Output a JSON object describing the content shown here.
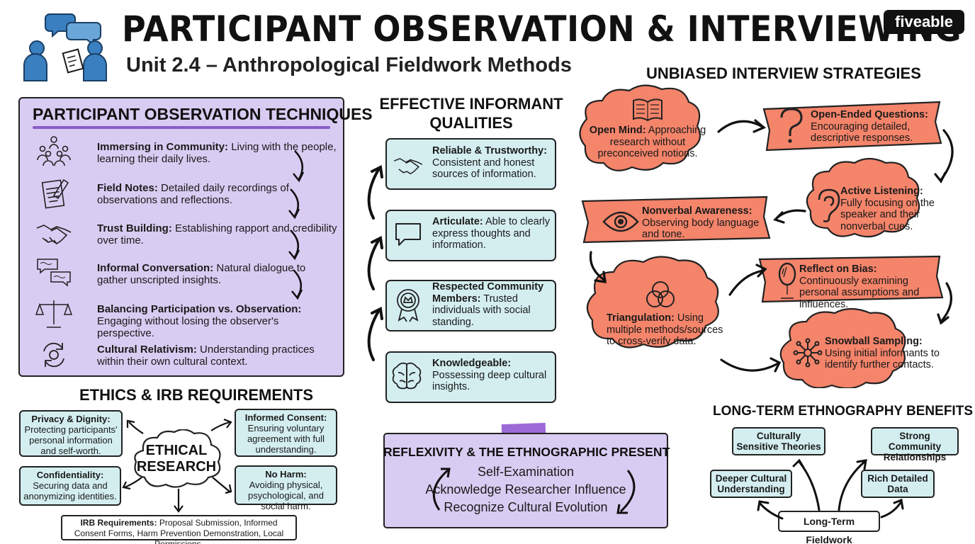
{
  "header": {
    "title": "PARTICIPANT OBSERVATION & INTERVIEWING",
    "subtitle": "Unit 2.4 – Anthropological Fieldwork Methods",
    "logo": "fiveable"
  },
  "participant_observation": {
    "title": "PARTICIPANT OBSERVATION TECHNIQUES",
    "items": [
      {
        "icon": "community-icon",
        "term": "Immersing in Community:",
        "desc": "Living with the people, learning their daily lives."
      },
      {
        "icon": "notepad-icon",
        "term": "Field Notes:",
        "desc": "Detailed daily recordings of observations and reflections."
      },
      {
        "icon": "handshake-icon",
        "term": "Trust Building:",
        "desc": "Establishing rapport and credibility over time."
      },
      {
        "icon": "speech-bubbles-icon",
        "term": "Informal Conversation:",
        "desc": "Natural dialogue to gather unscripted insights."
      },
      {
        "icon": "balance-scale-icon",
        "term": "Balancing Participation vs. Observation:",
        "desc": "Engaging without losing the observer's perspective."
      },
      {
        "icon": "cycle-arrows-icon",
        "term": "Cultural Relativism:",
        "desc": "Understanding practices within their own cultural context."
      }
    ]
  },
  "ethics": {
    "title": "ETHICS & IRB REQUIREMENTS",
    "center": [
      "ETHICAL",
      "RESEARCH"
    ],
    "privacy": {
      "term": "Privacy & Dignity:",
      "desc": "Protecting participants' personal information and self-worth."
    },
    "consent": {
      "term": "Informed Consent:",
      "desc": "Ensuring voluntary agreement with full understanding."
    },
    "confidentiality": {
      "term": "Confidentiality:",
      "desc": "Securing data and anonymizing identities."
    },
    "noharm": {
      "term": "No Harm:",
      "desc": "Avoiding physical, psychological, and social harm."
    },
    "irb": {
      "term": "IRB Requirements:",
      "desc": "Proposal Submission, Informed Consent Forms, Harm Prevention Demonstration, Local Permissions."
    }
  },
  "informant": {
    "title_line1": "EFFECTIVE INFORMANT",
    "title_line2": "QUALITIES",
    "items": [
      {
        "icon": "handshake-icon",
        "term": "Reliable & Trustworthy:",
        "desc": "Consistent and honest sources of information."
      },
      {
        "icon": "speech-bubble-icon",
        "term": "Articulate:",
        "desc": "Able to clearly express thoughts and information."
      },
      {
        "icon": "badge-icon",
        "term": "Respected Community Members:",
        "desc": "Trusted individuals with social standing."
      },
      {
        "icon": "brain-icon",
        "term": "Knowledgeable:",
        "desc": "Possessing deep cultural insights."
      }
    ]
  },
  "reflexivity": {
    "title": "REFLEXIVITY & THE ETHNOGRAPHIC PRESENT",
    "lines": [
      "Self-Examination",
      "Acknowledge Researcher Influence",
      "Recognize Cultural Evolution"
    ]
  },
  "unbiased": {
    "title": "UNBIASED INTERVIEW STRATEGIES",
    "open_mind": {
      "term": "Open Mind:",
      "desc": "Approaching research without preconceived notions."
    },
    "open_ended": {
      "term": "Open-Ended Questions:",
      "desc": "Encouraging detailed, descriptive responses."
    },
    "active_listening": {
      "term": "Active Listening:",
      "desc": "Fully focusing on the speaker and their nonverbal cues."
    },
    "nonverbal": {
      "term": "Nonverbal Awareness:",
      "desc": "Observing body language and tone."
    },
    "triangulation": {
      "term": "Triangulation:",
      "desc": "Using multiple methods/sources to cross-verify data."
    },
    "reflect_bias": {
      "term": "Reflect on Bias:",
      "desc": "Continuously examining personal assumptions and influences."
    },
    "snowball": {
      "term": "Snowball Sampling:",
      "desc": "Using initial informants to identify further contacts."
    }
  },
  "long_term": {
    "title": "LONG-TERM ETHNOGRAPHY BENEFITS",
    "root": "Long-Term Fieldwork",
    "theories": "Culturally Sensitive Theories",
    "relationships": "Strong Community Relationships",
    "understanding": "Deeper Cultural Understanding",
    "data": "Rich Detailed Data"
  },
  "colors": {
    "lavender": "#d9ccf2",
    "teal": "#d4eef0",
    "coral": "#f4846a",
    "blue_icon": "#3a7fc0",
    "purple_accent": "#8a5cc8"
  }
}
